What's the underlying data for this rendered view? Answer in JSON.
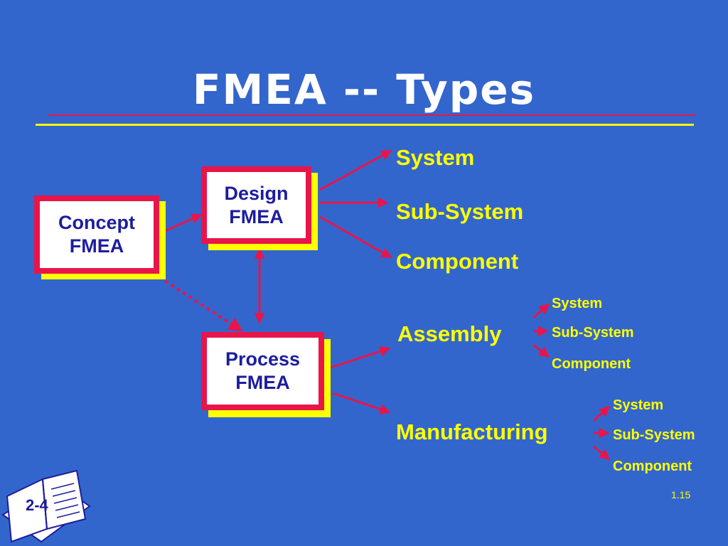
{
  "title": "FMEA -- Types",
  "boxes": {
    "concept": {
      "line1": "Concept",
      "line2": "FMEA"
    },
    "design": {
      "line1": "Design",
      "line2": "FMEA"
    },
    "process": {
      "line1": "Process",
      "line2": "FMEA"
    }
  },
  "design_outputs": [
    "System",
    "Sub-System",
    "Component"
  ],
  "process_outputs": {
    "assembly": {
      "label": "Assembly",
      "items": [
        "System",
        "Sub-System",
        "Component"
      ]
    },
    "manufacturing": {
      "label": "Manufacturing",
      "items": [
        "System",
        "Sub-System",
        "Component"
      ]
    }
  },
  "badge": "2-4",
  "slide_number": "1.15",
  "colors": {
    "background": "#3366cc",
    "title": "#ffffff",
    "label": "#ffff00",
    "arrow": "#e8154a",
    "box_border": "#e8154a",
    "box_shadow": "#ffff00",
    "box_text": "#1d1d9e"
  }
}
